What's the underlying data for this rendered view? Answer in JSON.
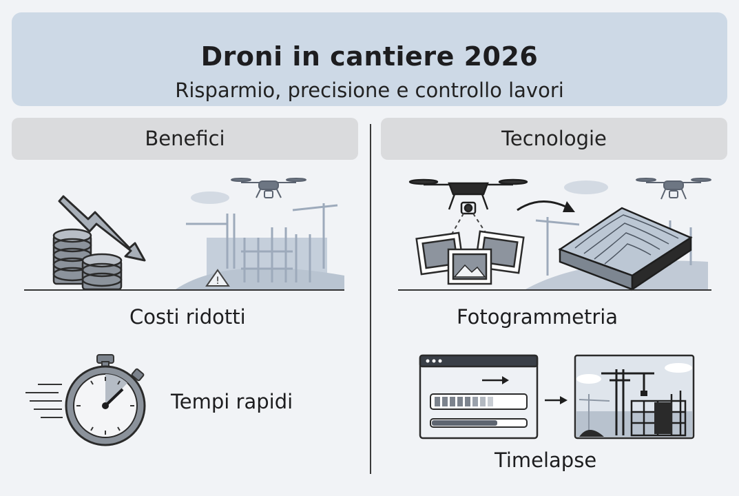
{
  "header": {
    "title": "Droni in cantiere 2026",
    "subtitle": "Risparmio, precisione e controllo lavori"
  },
  "columns": {
    "left": {
      "heading": "Benefici",
      "items": [
        {
          "label": "Costi ridotti",
          "icon": "falling-cost-coins-construction-illustration"
        },
        {
          "label": "Tempi rapidi",
          "icon": "stopwatch-icon"
        }
      ]
    },
    "right": {
      "heading": "Tecnologie",
      "items": [
        {
          "label": "Fotogrammetria",
          "icon": "drone-photos-to-3d-terrain-illustration"
        },
        {
          "label": "Timelapse",
          "icon": "progress-window-to-construction-site-illustration"
        }
      ]
    }
  },
  "colors": {
    "banner": "#cdd9e6",
    "heading_box": "#dadbdd",
    "background": "#f1f3f6",
    "ink": "#1d1d1f"
  }
}
